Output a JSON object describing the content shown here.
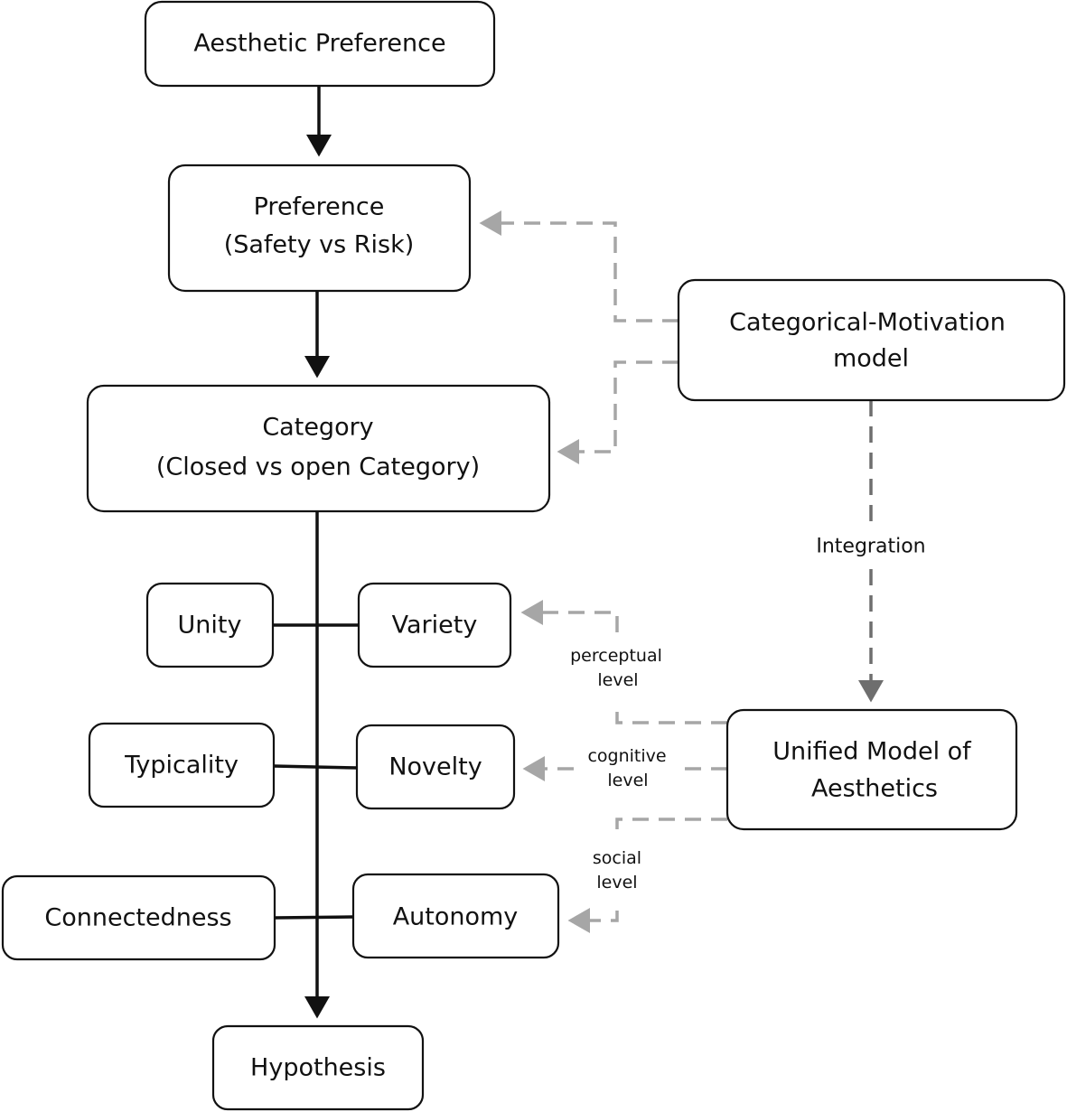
{
  "diagram": {
    "nodes": {
      "aesthetic_preference": [
        "Aesthetic Preference"
      ],
      "preference": [
        "Preference",
        "(Safety vs Risk)"
      ],
      "category": [
        "Category",
        "(Closed vs open Category)"
      ],
      "categorical_motivation": [
        "Categorical-Motivation",
        "model"
      ],
      "unity": [
        "Unity"
      ],
      "variety": [
        "Variety"
      ],
      "typicality": [
        "Typicality"
      ],
      "novelty": [
        "Novelty"
      ],
      "connectedness": [
        "Connectedness"
      ],
      "autonomy": [
        "Autonomy"
      ],
      "unified_model": [
        "Unified Model of",
        "Aesthetics"
      ],
      "hypothesis": [
        "Hypothesis"
      ]
    },
    "edge_labels": {
      "integration": [
        "Integration"
      ],
      "perceptual": [
        "perceptual",
        "level"
      ],
      "cognitive": [
        "cognitive",
        "level"
      ],
      "social": [
        "social",
        "level"
      ]
    },
    "edges": [
      {
        "from": "Aesthetic Preference",
        "to": "Preference",
        "style": "solid"
      },
      {
        "from": "Preference",
        "to": "Category",
        "style": "solid"
      },
      {
        "from": "Category",
        "to": "Hypothesis",
        "style": "solid"
      },
      {
        "from": "Unity",
        "to": "Variety",
        "style": "solid-connector"
      },
      {
        "from": "Typicality",
        "to": "Novelty",
        "style": "solid-connector"
      },
      {
        "from": "Connectedness",
        "to": "Autonomy",
        "style": "solid-connector"
      },
      {
        "from": "Categorical-Motivation model",
        "to": "Preference",
        "style": "dashed"
      },
      {
        "from": "Categorical-Motivation model",
        "to": "Category",
        "style": "dashed"
      },
      {
        "from": "Categorical-Motivation model",
        "to": "Unified Model of Aesthetics",
        "style": "dashed",
        "label": "Integration"
      },
      {
        "from": "Unified Model of Aesthetics",
        "to": "Variety",
        "style": "dashed",
        "label": "perceptual level"
      },
      {
        "from": "Unified Model of Aesthetics",
        "to": "Novelty",
        "style": "dashed",
        "label": "cognitive level"
      },
      {
        "from": "Unified Model of Aesthetics",
        "to": "Autonomy",
        "style": "dashed",
        "label": "social level"
      }
    ]
  }
}
